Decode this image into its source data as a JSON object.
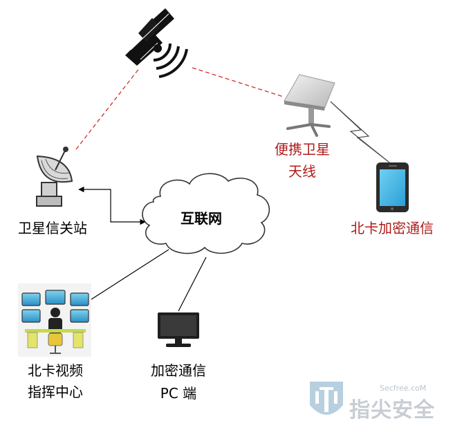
{
  "diagram": {
    "nodes": {
      "satellite": {
        "icon": "satellite-icon"
      },
      "gateway": {
        "label": "卫星信关站",
        "icon": "satellite-dish-icon"
      },
      "internet": {
        "label": "互联网",
        "icon": "cloud-icon"
      },
      "portable_antenna": {
        "label_line1": "便携卫星",
        "label_line2": "天线",
        "icon": "flat-panel-antenna-icon",
        "label_color": "#b11a1a"
      },
      "phone": {
        "label": "北卡加密通信",
        "icon": "smartphone-icon",
        "label_color": "#b11a1a"
      },
      "command_center": {
        "label_line1": "北卡视频",
        "label_line2": "指挥中心",
        "icon": "command-center-icon"
      },
      "pc": {
        "label_line1": "加密通信",
        "label_line2": "PC 端",
        "icon": "monitor-icon"
      }
    },
    "links": [
      {
        "from": "gateway",
        "to": "satellite",
        "style": "dashed",
        "color": "#d42b2b"
      },
      {
        "from": "satellite",
        "to": "portable_antenna",
        "style": "dashed",
        "color": "#d42b2b"
      },
      {
        "from": "portable_antenna",
        "to": "phone",
        "style": "wireless-zigzag",
        "color": "#444444"
      },
      {
        "from": "gateway",
        "to": "internet",
        "style": "double-arrow-elbow",
        "color": "#000000"
      },
      {
        "from": "internet",
        "to": "command_center",
        "style": "solid",
        "color": "#000000"
      },
      {
        "from": "internet",
        "to": "pc",
        "style": "solid",
        "color": "#000000"
      }
    ]
  },
  "watermark": {
    "site": "Secfree.coM",
    "brand": "指尖安全",
    "logo_icon": "shield-logo-icon",
    "color": "#c7cdd2"
  }
}
